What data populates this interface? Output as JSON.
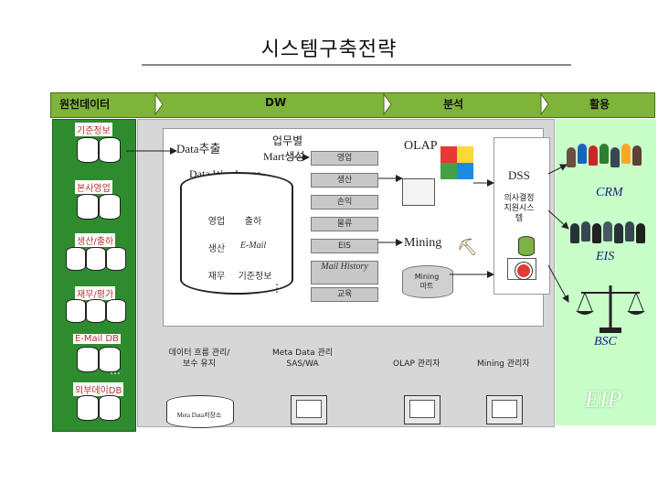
{
  "title": "시스템구축전략",
  "header": {
    "source_data": "원천데이터",
    "dw": "DW",
    "analysis": "분석",
    "utilization": "활용"
  },
  "sources": {
    "base_info": "기준정보",
    "head_sales": "본사영업",
    "production_shipping": "생산/출하",
    "finance_eval": "재무/평가",
    "email_db": "E-Mail DB",
    "dots": "…",
    "external_db": "외부데이DB"
  },
  "dw": {
    "data_extract": "Data추출",
    "mart_create_1": "업무별",
    "mart_create_2": "Mart생성",
    "warehouse": "Data.Warehouse",
    "cells": [
      "영업",
      "출하",
      "생산",
      "E-Mail",
      "재무",
      "기준정보"
    ],
    "marts": [
      "영업",
      "생산",
      "손익",
      "물류",
      "EIS",
      "Mail History",
      "교육"
    ],
    "colon": "⋮"
  },
  "analysis": {
    "olap": "OLAP",
    "mining": "Mining",
    "mining_mart": "Mining 마트",
    "dss": "DSS",
    "dss_desc": "의사결정지원시스템"
  },
  "utilization": {
    "crm": "CRM",
    "eis": "EIS",
    "bsc": "BSC",
    "eip": "EIP"
  },
  "admins": {
    "data_flow": "데이터 흐름 관리/보수 유지",
    "meta_data": "Meta Data 관리 SAS/WA",
    "olap_admin": "OLAP 관리자",
    "mining_admin": "Mining 관리자",
    "meta_store": "Meta Data저장소"
  },
  "colors": {
    "header_green": "#7fb43a",
    "left_green": "#2e8b2e",
    "right_mint": "#c8ffc8",
    "main_gray": "#d7d7d7"
  }
}
